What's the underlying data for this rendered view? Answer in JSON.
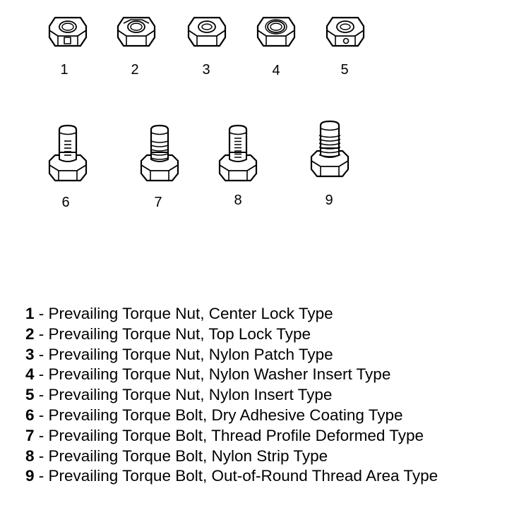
{
  "parts": [
    {
      "number": "1",
      "kind": "nut",
      "feature": "center-lock",
      "description": "Prevailing Torque Nut, Center Lock Type"
    },
    {
      "number": "2",
      "kind": "nut",
      "feature": "top-lock",
      "description": "Prevailing Torque Nut, Top Lock Type"
    },
    {
      "number": "3",
      "kind": "nut",
      "feature": "nylon-patch",
      "description": "Prevailing Torque Nut, Nylon Patch Type"
    },
    {
      "number": "4",
      "kind": "nut",
      "feature": "nylon-washer",
      "description": "Prevailing Torque Nut, Nylon Washer Insert Type"
    },
    {
      "number": "5",
      "kind": "nut",
      "feature": "nylon-insert",
      "description": "Prevailing Torque Nut, Nylon Insert Type"
    },
    {
      "number": "6",
      "kind": "bolt",
      "feature": "dry-adhesive",
      "description": "Prevailing Torque Bolt, Dry Adhesive Coating Type"
    },
    {
      "number": "7",
      "kind": "bolt",
      "feature": "thread-deformed",
      "description": "Prevailing Torque Bolt, Thread Profile Deformed Type"
    },
    {
      "number": "8",
      "kind": "bolt",
      "feature": "nylon-strip",
      "description": "Prevailing Torque Bolt, Nylon Strip Type"
    },
    {
      "number": "9",
      "kind": "bolt",
      "feature": "out-of-round",
      "description": "Prevailing Torque Bolt, Out-of-Round Thread Area Type"
    }
  ],
  "separator": " - ",
  "colors": {
    "stroke": "#000000",
    "fill": "#ffffff"
  }
}
